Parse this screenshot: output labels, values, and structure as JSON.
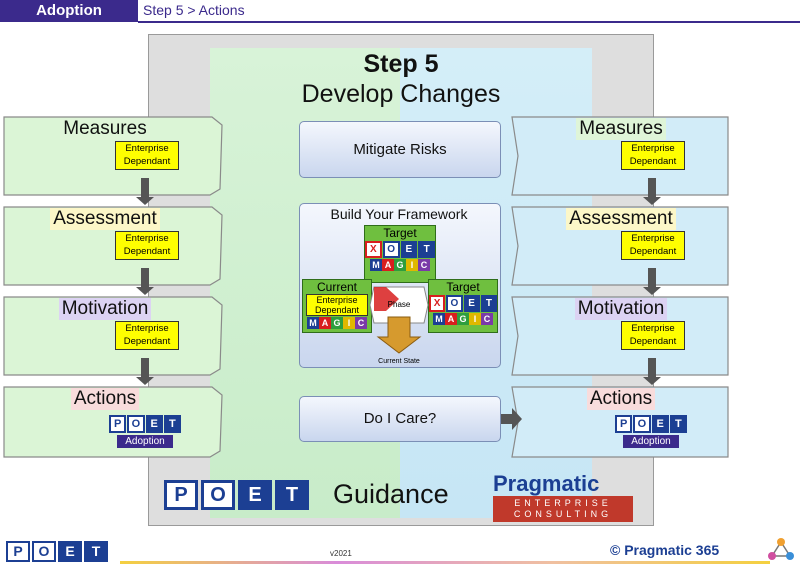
{
  "header": {
    "tab": "Adoption",
    "breadcrumb": "Step 5 > Actions"
  },
  "title": {
    "line1": "Step 5",
    "line2": "Develop Changes"
  },
  "left_column": [
    {
      "label": "Measures",
      "tag": [
        "Enterprise",
        "Dependant"
      ]
    },
    {
      "label": "Assessment",
      "tag": [
        "Enterprise",
        "Dependant"
      ]
    },
    {
      "label": "Motivation",
      "tag": [
        "Enterprise",
        "Dependant"
      ]
    },
    {
      "label": "Actions",
      "badge": "Adoption"
    }
  ],
  "right_column": [
    {
      "label": "Measures",
      "tag": [
        "Enterprise",
        "Dependant"
      ]
    },
    {
      "label": "Assessment",
      "tag": [
        "Enterprise",
        "Dependant"
      ]
    },
    {
      "label": "Motivation",
      "tag": [
        "Enterprise",
        "Dependant"
      ]
    },
    {
      "label": "Actions",
      "badge": "Adoption"
    }
  ],
  "center": {
    "mitigate": "Mitigate Risks",
    "framework_title": "Build Your Framework",
    "framework": {
      "target_top": "Target",
      "current": "Current",
      "current_tag": [
        "Enterprise",
        "Dependant"
      ],
      "target_right": "Target",
      "phase": "Phase",
      "current_state": "Current State",
      "xoet": [
        "X",
        "O",
        "E",
        "T"
      ],
      "magic": [
        "M",
        "A",
        "G",
        "I",
        "C"
      ]
    },
    "care": "Do I Care?"
  },
  "poet_letters": [
    "P",
    "O",
    "E",
    "T"
  ],
  "guidance": "Guidance",
  "pragmatic": {
    "title": "Pragmatic",
    "sub1": "ENTERPRISE",
    "sub2": "CONSULTING"
  },
  "footer": {
    "version": "v2021",
    "copyright": "© Pragmatic 365"
  },
  "colors": {
    "header": "#3b2a8c",
    "left_fill": "#dbf5d6",
    "right_fill": "#d2ecf8",
    "tag": "#ffff00",
    "poet_blue": "#1c3f93",
    "magic": [
      "#1c3f93",
      "#d81e1e",
      "#2e9e3e",
      "#e0b800",
      "#7a3aa8"
    ]
  }
}
